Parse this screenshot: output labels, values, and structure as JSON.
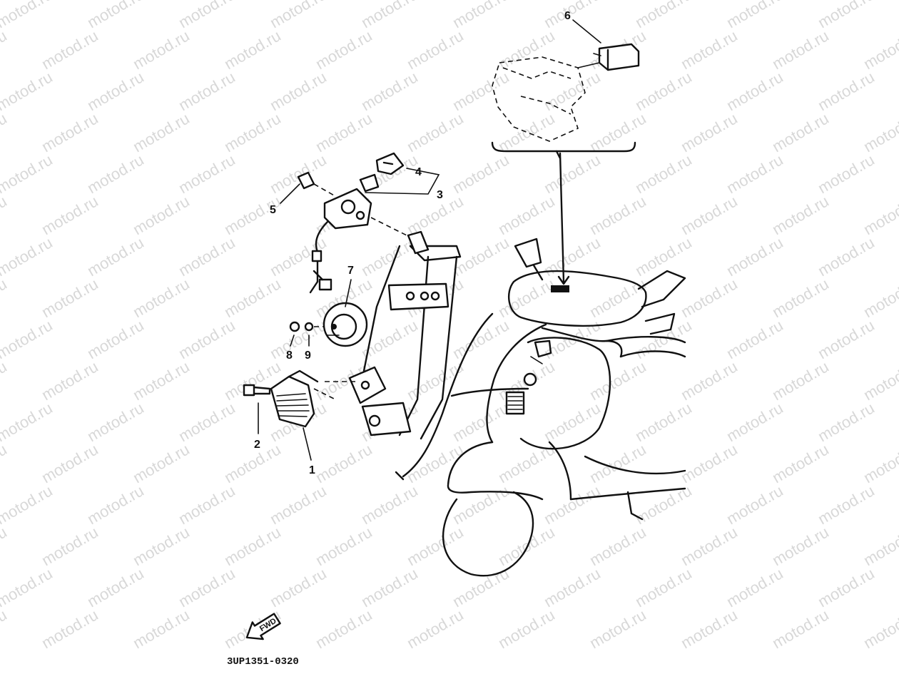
{
  "watermark": "motod.ru",
  "diagram_code": "3UP1351-0320",
  "direction_label": "FWD",
  "callouts": {
    "regulator": "1",
    "regulator_bolt": "2",
    "main_switch": "3",
    "switch_cap": "4",
    "switch_bolt": "5",
    "relay_unit": "6",
    "horn": "7",
    "horn_bolt": "8",
    "horn_washer": "9"
  }
}
